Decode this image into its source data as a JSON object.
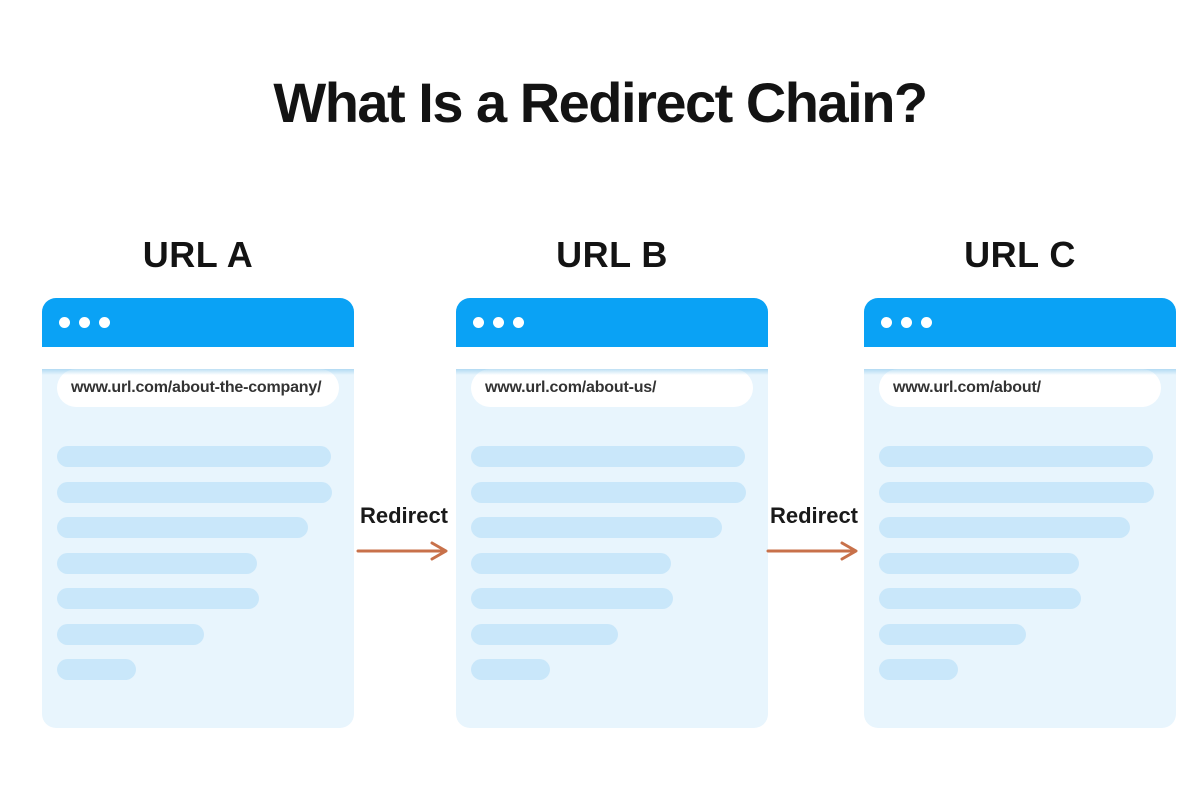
{
  "title": "What Is a Redirect Chain?",
  "browser_dots": 3,
  "windows": [
    {
      "label": "URL A",
      "url": "www.url.com/about-the-company/",
      "skeleton_line_widths_pct": [
        97,
        97.5,
        89,
        71,
        71.5,
        52,
        28
      ]
    },
    {
      "label": "URL B",
      "url": "www.url.com/about-us/",
      "skeleton_line_widths_pct": [
        97,
        97.5,
        89,
        71,
        71.5,
        52,
        28
      ]
    },
    {
      "label": "URL C",
      "url": "www.url.com/about/",
      "skeleton_line_widths_pct": [
        97,
        97.5,
        89,
        71,
        71.5,
        52,
        28
      ]
    }
  ],
  "arrows": [
    {
      "label": "Redirect"
    },
    {
      "label": "Redirect"
    }
  ],
  "colors": {
    "titlebar_blue": "#0aa2f5",
    "window_body_blue": "#e8f5fd",
    "skeleton_line_blue": "#c9e7fa",
    "address_bar_white": "#ffffff",
    "address_bar_text": "#333333",
    "arrow_orange": "#c8714a",
    "heading_black": "#131313",
    "page_background": "#ffffff"
  }
}
